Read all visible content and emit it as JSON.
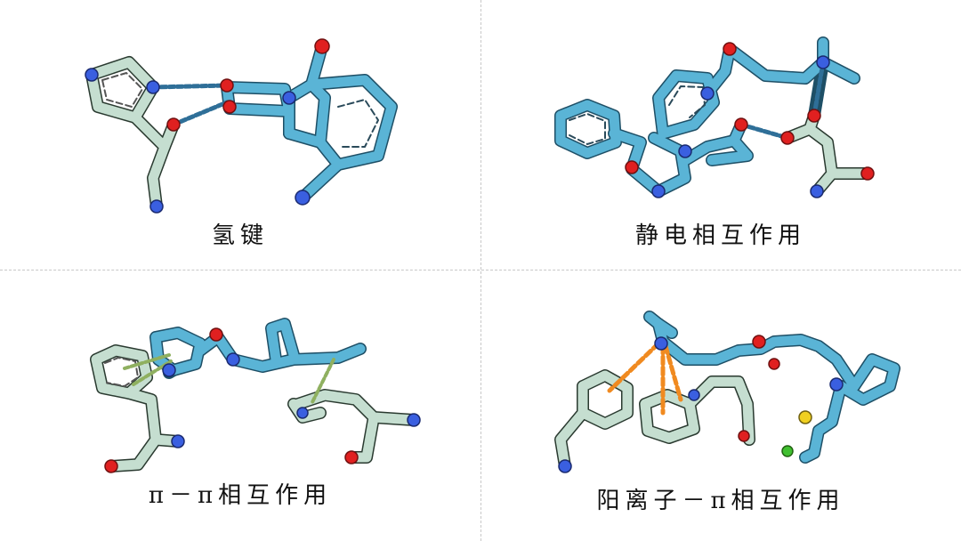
{
  "panels": [
    {
      "label": "氢键"
    },
    {
      "label": "静电相互作用"
    },
    {
      "label": "π－π相互作用"
    },
    {
      "label": "阳离子－π相互作用"
    }
  ],
  "colors": {
    "ligand": "#5ab4d6",
    "residue": "#c5ded0",
    "nitrogen": "#3a5fe0",
    "oxygen": "#e02020",
    "sulfur": "#f0d020",
    "fluorine": "#40c030",
    "hbond": "#2f6f98",
    "pi_pi": "#8fb060",
    "cation_pi": "#f08a20"
  }
}
